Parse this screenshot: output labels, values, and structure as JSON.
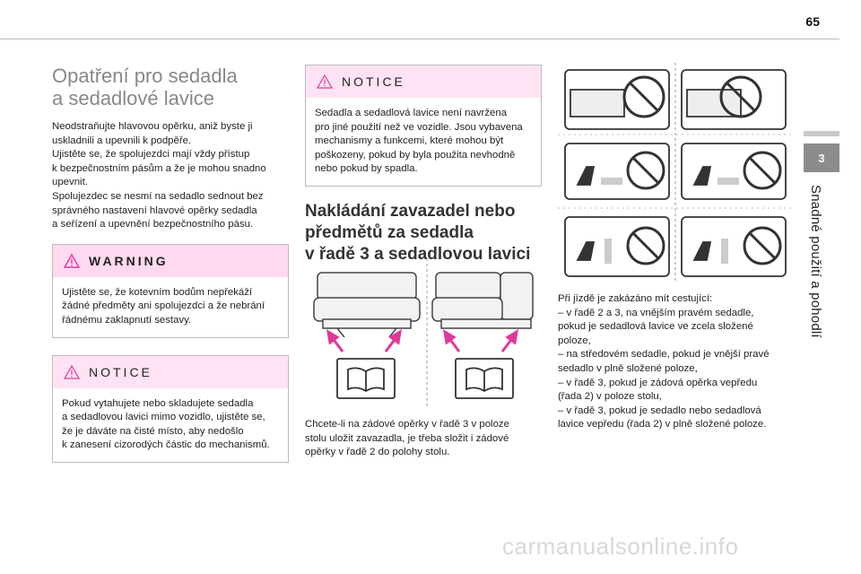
{
  "page": {
    "number": "65",
    "section_tab": "3",
    "section_title": "Snadné použití a pohodlí"
  },
  "col1": {
    "title_line1": "Opatření pro sedadla",
    "title_line2": "a sedadlové lavice",
    "para": [
      "Neodstraňujte hlavovou opěrku, aniž byste ji",
      "uskladnili a upevnili k podpěře.",
      "Ujistěte se, že spolujezdci mají vždy přístup",
      "k bezpečnostním pásům a že je mohou snadno",
      "upevnit.",
      "Spolujezdec se nesmí na sedadlo sednout bez",
      "správného nastavení hlavové opěrky sedadla",
      "a seřízení a upevnění bezpečnostního pásu."
    ],
    "warning": {
      "label": "WARNING",
      "lines": [
        "Ujistěte se, že kotevním bodům nepřekáží",
        "žádné předměty ani spolujezdci a že nebrání",
        "řádnému zaklapnutí sestavy."
      ]
    },
    "notice": {
      "label": "NOTICE",
      "lines": [
        "Pokud vytahujete nebo skladujete sedadla",
        "a sedadlovou lavici mimo vozidlo, ujistěte se,",
        "že je dáváte na čisté místo, aby nedošlo",
        "k zanesení cizorodých částic do mechanismů."
      ]
    }
  },
  "col2": {
    "notice": {
      "label": "NOTICE",
      "lines": [
        "Sedadla a sedadlová lavice není navržena",
        "pro jiné použití než ve vozidle. Jsou vybavena",
        "mechanismy a funkcemi, které mohou být",
        "poškozeny, pokud by byla použita nevhodně",
        "nebo pokud by spadla."
      ]
    },
    "heading": [
      "Nakládání zavazadel nebo",
      "předmětů za sedadla",
      "v řadě 3 a sedadlovou lavici"
    ],
    "caption": [
      "Chcete-li na zádové opěrky v řadě 3 v poloze",
      "stolu uložit zavazadla, je třeba složit i zádové",
      "opěrky v řadě 2 do polohy stolu."
    ]
  },
  "col3": {
    "text": [
      "Při jízdě je zakázáno mít cestující:",
      "–  v řadě 2 a 3, na vnějším pravém sedadle,",
      "pokud je sedadlová lavice ve zcela složené",
      "poloze,",
      "–  na středovém sedadle, pokud je vnější pravé",
      "sedadlo v plně složené poloze,",
      "–  v řadě 3, pokud je zádová opěrka vepředu",
      "(řada 2) v poloze stolu,",
      "–  v řadě 3, pokud je sedadlo nebo sedadlová",
      "lavice vepředu (řada 2) v plně složené poloze."
    ]
  },
  "colors": {
    "accent_pink": "#e0399a",
    "warn_bg": "#ffd9ef",
    "tab_gray": "#8c8c8c"
  },
  "watermark": "carmanualsonline.info"
}
